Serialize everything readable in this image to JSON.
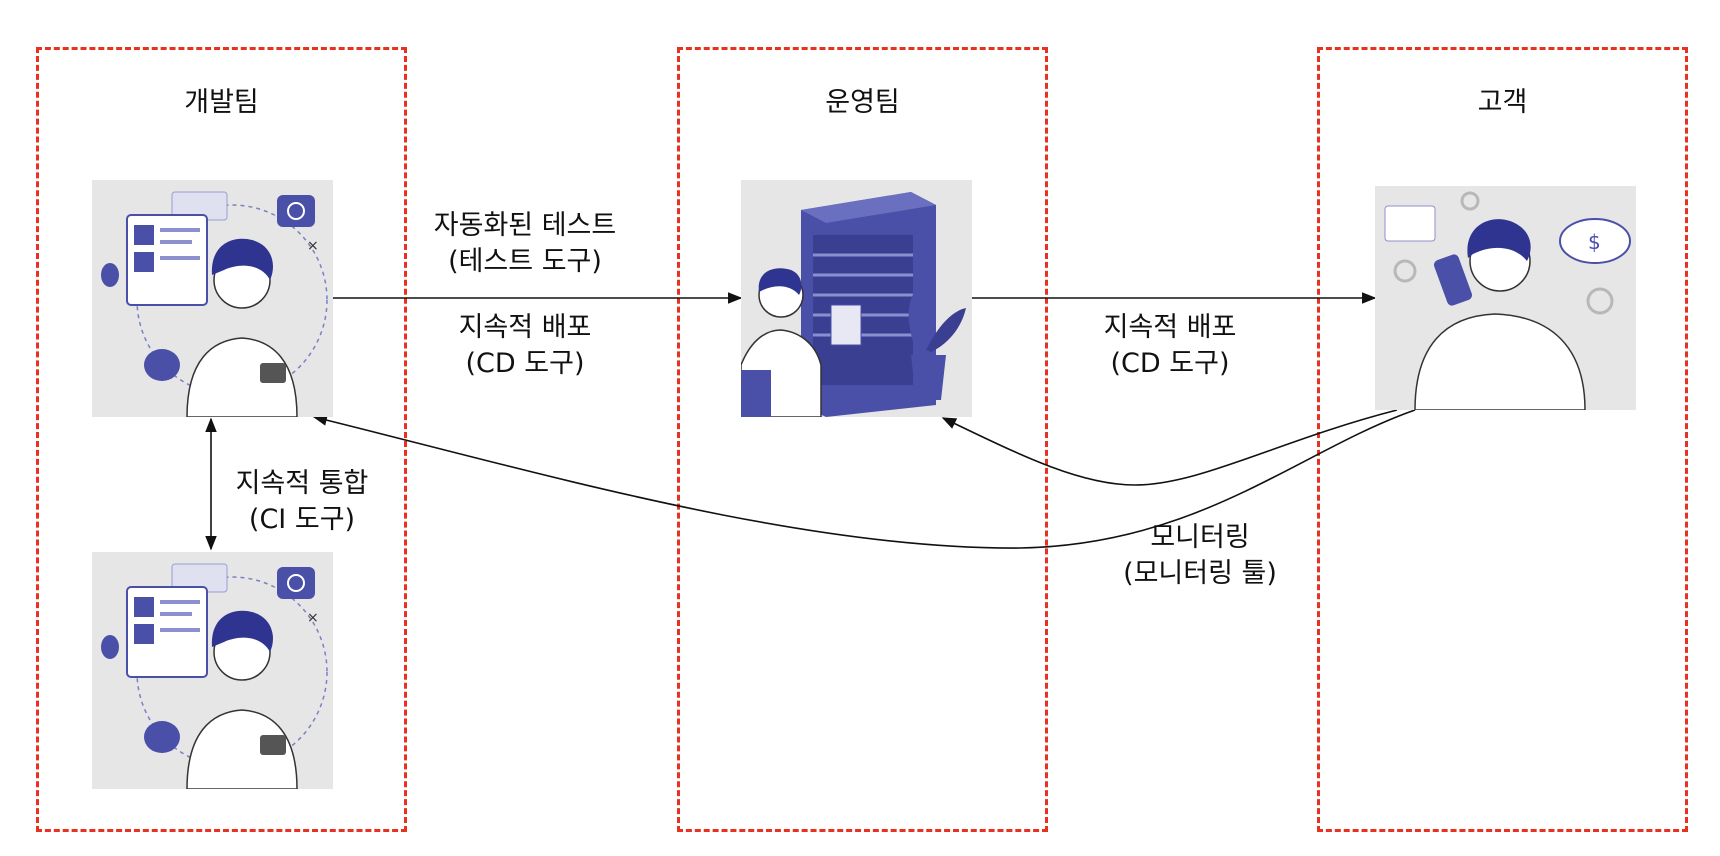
{
  "zones": {
    "dev_team": "개발팀",
    "ops_team": "운영팀",
    "customer": "고객"
  },
  "flows": {
    "automated_test": {
      "line1": "자동화된 테스트",
      "line2": "(테스트 도구)"
    },
    "cd_to_ops": {
      "line1": "지속적 배포",
      "line2": "(CD 도구)"
    },
    "cd_to_customer": {
      "line1": "지속적 배포",
      "line2": "(CD 도구)"
    },
    "ci": {
      "line1": "지속적 통합",
      "line2": "(CI 도구)"
    },
    "monitoring": {
      "line1": "모니터링",
      "line2": "(모니터링 툴)"
    }
  },
  "illustration_labels": {
    "dollar_sign": "$"
  },
  "colors": {
    "zone_border": "#e8321f",
    "accent": "#4a4fa8",
    "arrow": "#111111"
  },
  "icons": {
    "developer": "developer-illustration",
    "developer_2": "developer-illustration",
    "operator": "server-operator-illustration",
    "customer": "customer-phone-illustration"
  }
}
